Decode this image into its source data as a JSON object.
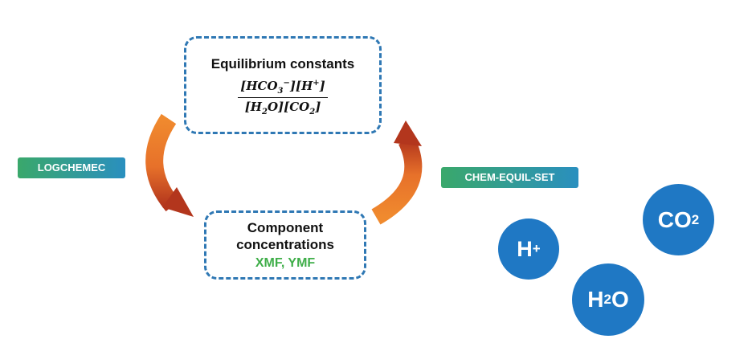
{
  "top_box": {
    "title": "Equilibrium constants",
    "numerator": {
      "a": "[HCO",
      "a_sub": "3",
      "a_sup": "−",
      "b": "][H",
      "b_sup": "+",
      "c": "]"
    },
    "denominator": {
      "a": "[H",
      "a_sub": "2",
      "b": "O][CO",
      "b_sub": "2",
      "c": "]"
    }
  },
  "bottom_box": {
    "title_line1": "Component",
    "title_line2": "concentrations",
    "vars": "XMF, YMF"
  },
  "badges": {
    "left": "LOGCHEMEC",
    "right": "CHEM-EQUIL-SET"
  },
  "molecules": {
    "h_plus": {
      "main": "H",
      "sup": "+"
    },
    "co2": {
      "main": "CO",
      "sub": "2"
    },
    "h2o": {
      "main": "H",
      "sub": "2",
      "tail": "O"
    }
  },
  "colors": {
    "accent_blue": "#1f78c4",
    "dash_blue": "#2f78b4",
    "green": "#3fae49",
    "arrow_orange": "#ee7f2d",
    "arrow_red": "#b23a1e"
  }
}
